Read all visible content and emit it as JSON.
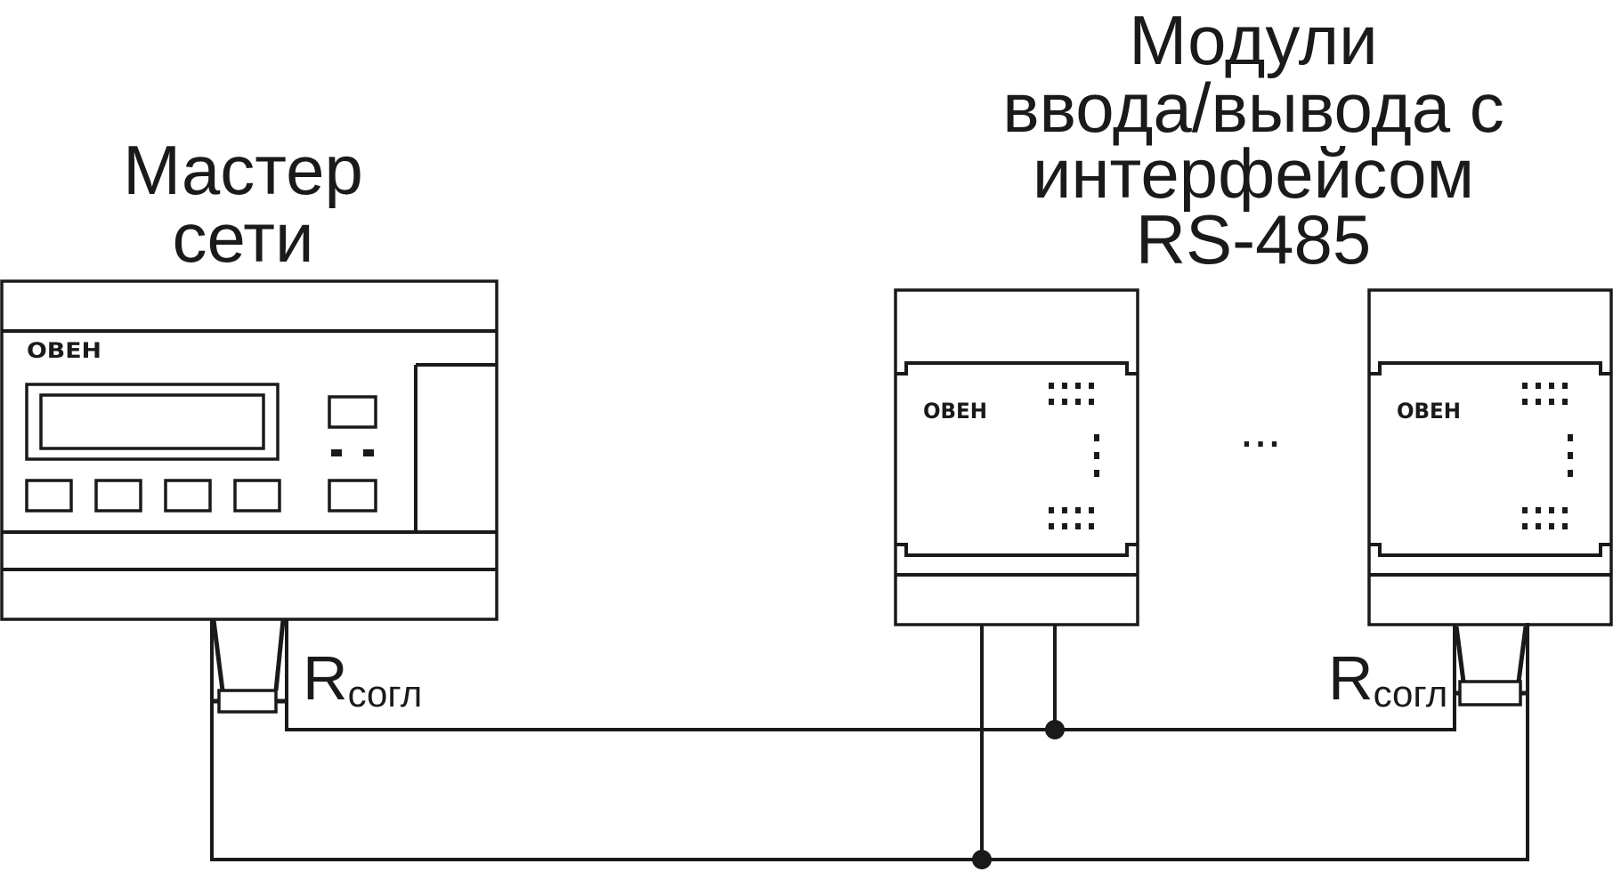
{
  "master_label": [
    "Мастер",
    "сети"
  ],
  "modules_label": [
    "Модули",
    "ввода/вывода с",
    "интерфейсом",
    "RS-485"
  ],
  "brand_logo": "ОВЕН",
  "ellipsis": "...",
  "resistor_left": {
    "main": "R",
    "sub": "согл"
  },
  "resistor_right": {
    "main": "R",
    "sub": "согл"
  },
  "colors": {
    "stroke": "#1a1a1a",
    "background": "#ffffff"
  }
}
